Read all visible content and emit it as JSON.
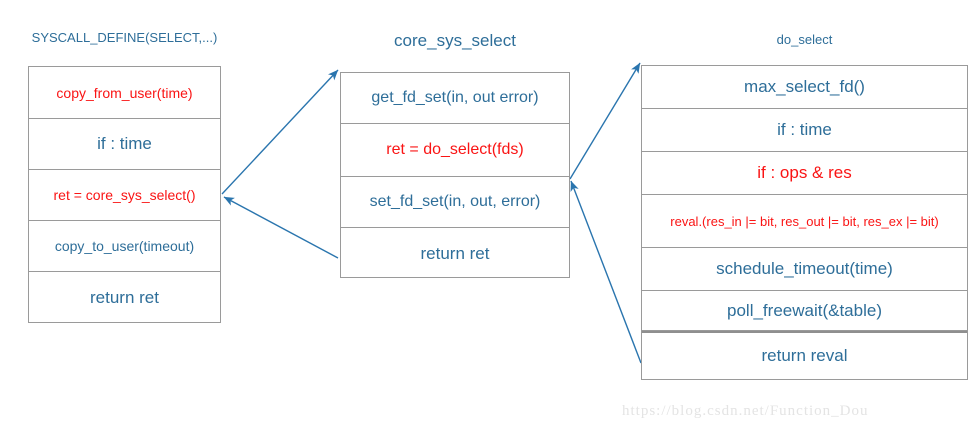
{
  "diagram": {
    "title_color": "#2e6e99",
    "highlight_color": "#fa1414",
    "border_color": "#9a9a9a",
    "arrow_color": "#2a75ae",
    "columns": [
      {
        "id": "syscall-define-select",
        "header": "SYSCALL_DEFINE(SELECT,...)",
        "rows": [
          {
            "label": "copy_from_user(time)",
            "style": "red",
            "size": 14
          },
          {
            "label": "if : time",
            "style": "blue",
            "size": 17
          },
          {
            "label": "ret = core_sys_select()",
            "style": "red",
            "size": 14
          },
          {
            "label": "copy_to_user(timeout)",
            "style": "blue",
            "size": 14
          },
          {
            "label": "return ret",
            "style": "blue",
            "size": 17
          }
        ]
      },
      {
        "id": "core-sys-select",
        "header": "core_sys_select",
        "rows": [
          {
            "label": "get_fd_set(in, out error)",
            "style": "blue",
            "size": 16
          },
          {
            "label": "ret = do_select(fds)",
            "style": "red",
            "size": 16
          },
          {
            "label": "set_fd_set(in, out, error)",
            "style": "blue",
            "size": 16
          },
          {
            "label": "return ret",
            "style": "blue",
            "size": 17
          }
        ]
      },
      {
        "id": "do-select",
        "header": "do_select",
        "rows": [
          {
            "label": "max_select_fd()",
            "style": "blue",
            "size": 17
          },
          {
            "label": "if : time",
            "style": "blue",
            "size": 17
          },
          {
            "label": "if : ops & res",
            "style": "red",
            "size": 17
          },
          {
            "label": "reval.(res_in |= bit, res_out |= bit, res_ex |= bit)",
            "style": "red",
            "size": 13
          },
          {
            "label": "schedule_timeout(time)",
            "style": "blue",
            "size": 17
          },
          {
            "label": "poll_freewait(&table)",
            "style": "blue",
            "size": 17
          },
          {
            "label": "return reval",
            "style": "blue",
            "size": 17
          }
        ]
      }
    ],
    "connectors": [
      {
        "id": "syscall-to-core-sys-select-call",
        "from": "syscall.ret-core-sys-select",
        "to": "core-sys-select.get-fd-set"
      },
      {
        "id": "core-sys-select-return-to-syscall",
        "from": "core-sys-select.return-ret",
        "to": "syscall.ret-core-sys-select"
      },
      {
        "id": "core-sys-select-to-do-select-call",
        "from": "core-sys-select.ret-do-select",
        "to": "do-select.max-select-fd"
      },
      {
        "id": "do-select-return-to-core-sys-select",
        "from": "do-select.return-reval",
        "to": "core-sys-select.ret-do-select"
      }
    ],
    "watermark": "https://blog.csdn.net/Function_Dou"
  }
}
